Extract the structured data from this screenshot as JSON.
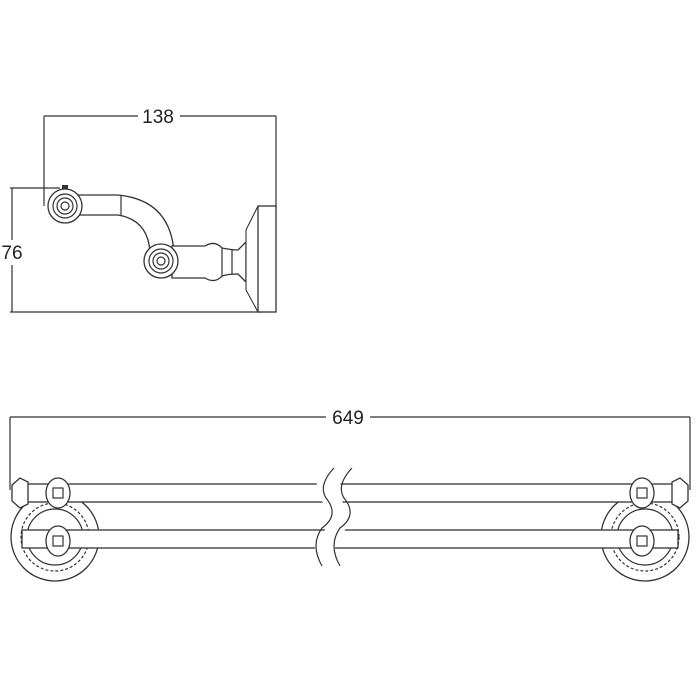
{
  "side_view": {
    "width_label": "138",
    "height_label": "76"
  },
  "front_view": {
    "length_label": "649"
  }
}
